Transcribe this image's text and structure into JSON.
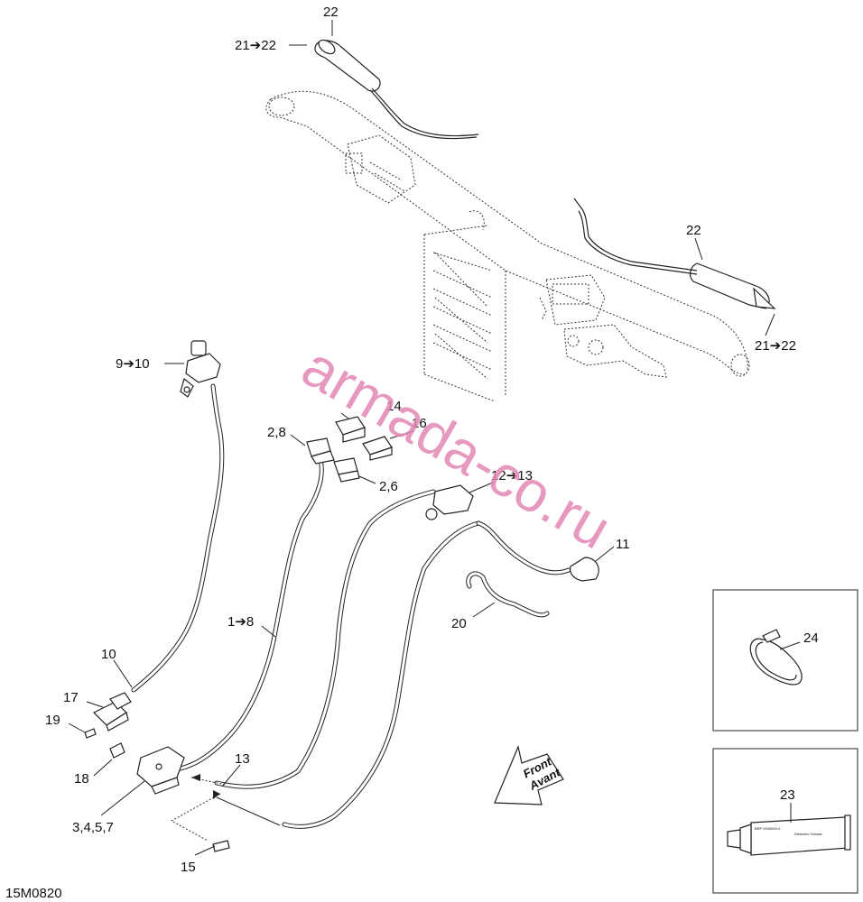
{
  "callouts": {
    "c22_top": "22",
    "c21_22_top": "21➔22",
    "c22_right": "22",
    "c21_22_right": "21➔22",
    "c9_10": "9➔10",
    "c14": "14",
    "c16": "16",
    "c2_8": "2,8",
    "c2_6": "2,6",
    "c12_13": "12➔13",
    "c11": "11",
    "c1_8": "1➔8",
    "c20": "20",
    "c10": "10",
    "c17": "17",
    "c19": "19",
    "c18": "18",
    "c13": "13",
    "c3_4_5_7": "3,4,5,7",
    "c15": "15",
    "c24": "24",
    "c23": "23"
  },
  "front_arrow": {
    "line1": "Front",
    "line2": "Avant"
  },
  "watermark": "armada-co.ru",
  "figure_code": "15M0820",
  "colors": {
    "watermark": "#e387b4",
    "ink": "#222222",
    "background": "#ffffff"
  },
  "tube_label": {
    "brand": "BRP 0000000-0",
    "text": "Dielectric Grease"
  }
}
